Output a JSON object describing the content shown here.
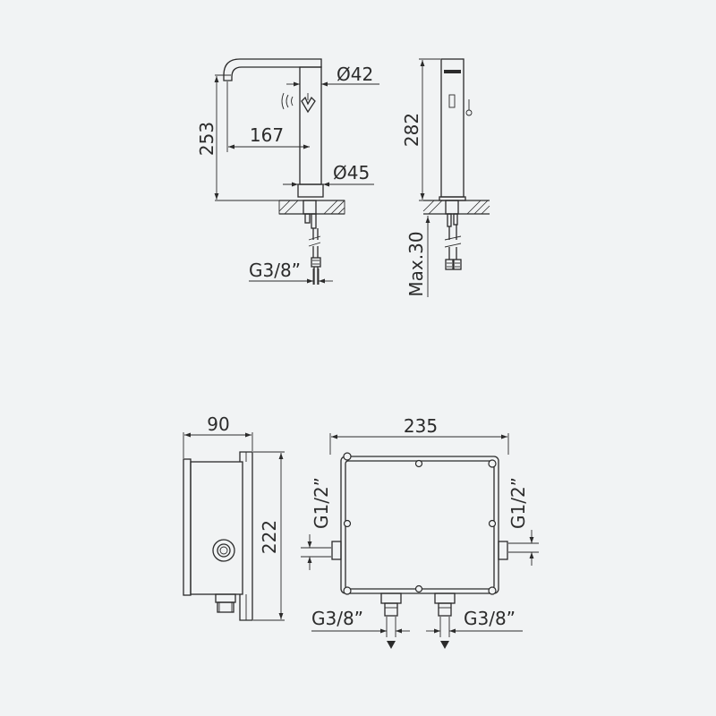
{
  "dimensions": {
    "dia_top": "Ø42",
    "reach": "167",
    "height_front": "253",
    "dia_base": "Ø45",
    "inlet_front": "G3/8”",
    "height_side": "282",
    "max_deck": "Max.30",
    "box_depth": "90",
    "box_height": "222",
    "box_width": "235",
    "port_left": "G1/2”",
    "port_right": "G1/2”",
    "outlet_left": "G3/8”",
    "outlet_right": "G3/8”"
  },
  "colors": {
    "background": "#f1f3f4",
    "line": "#2b2b2b"
  }
}
